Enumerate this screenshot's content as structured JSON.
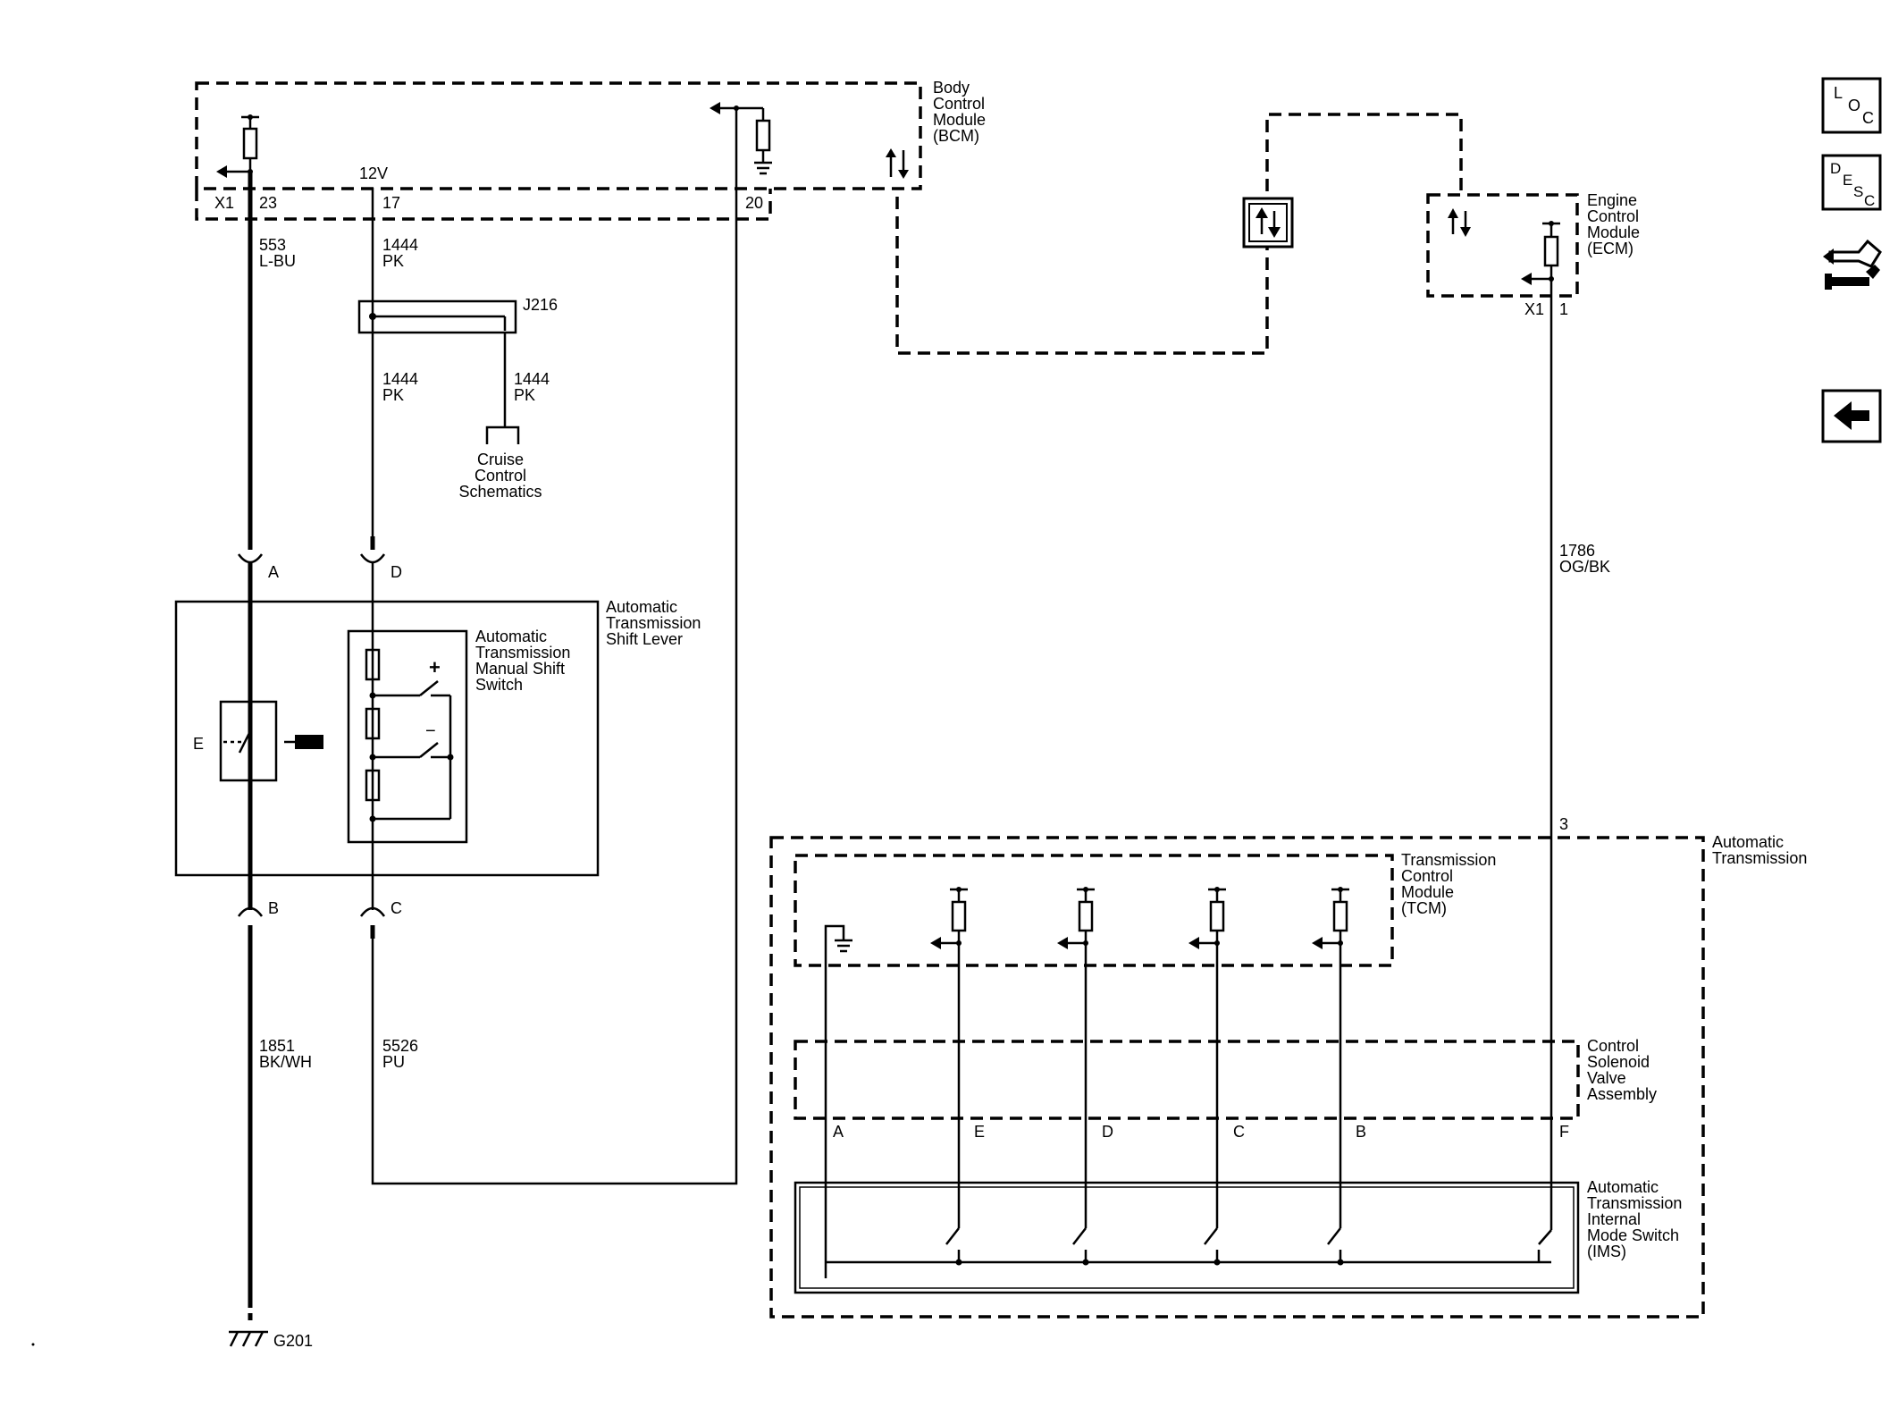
{
  "modules": {
    "bcm": [
      "Body",
      "Control",
      "Module",
      "(BCM)"
    ],
    "ecm": [
      "Engine",
      "Control",
      "Module",
      "(ECM)"
    ],
    "tcm": [
      "Transmission",
      "Control",
      "Module",
      "(TCM)"
    ],
    "auto_trans": [
      "Automatic",
      "Transmission"
    ],
    "solenoid": [
      "Control",
      "Solenoid",
      "Valve",
      "Assembly"
    ],
    "ims": [
      "Automatic",
      "Transmission",
      "Internal",
      "Mode Switch",
      "(IMS)"
    ],
    "shift_lever": [
      "Automatic",
      "Transmission",
      "Shift Lever"
    ],
    "manual_switch": [
      "Automatic",
      "Transmission",
      "Manual Shift",
      "Switch"
    ],
    "cruise": [
      "Cruise",
      "Control",
      "Schematics"
    ]
  },
  "connectors": {
    "bcm_x1": "X1",
    "bcm_pin23": "23",
    "bcm_pin17": "17",
    "bcm_pin20": "20",
    "bcm_12v": "12V",
    "ecm_x1": "X1",
    "ecm_pin1": "1",
    "trans_pin3": "3",
    "splice": "J216",
    "pin_a": "A",
    "pin_b": "B",
    "pin_c": "C",
    "pin_d": "D",
    "ims_a": "A",
    "ims_e": "E",
    "ims_d": "D",
    "ims_c": "C",
    "ims_b": "B",
    "ims_f": "F",
    "ground": "G201"
  },
  "wires": {
    "w553": [
      "553",
      "L-BU"
    ],
    "w1444_top": [
      "1444",
      "PK"
    ],
    "w1444_mid": [
      "1444",
      "PK"
    ],
    "w1444_branch": [
      "1444",
      "PK"
    ],
    "w1786": [
      "1786",
      "OG/BK"
    ],
    "w1851": [
      "1851",
      "BK/WH"
    ],
    "w5526": [
      "5526",
      "PU"
    ]
  },
  "switch_marks": {
    "plus": "+",
    "minus": "−"
  },
  "nav": {
    "loc": [
      "L",
      "O",
      "C"
    ],
    "desc": [
      "D",
      "E",
      "S",
      "C"
    ]
  },
  "icons": {
    "loc_button": "loc-icon",
    "desc_button": "desc-icon",
    "connector_tool": "connector-wrench-icon",
    "back_button": "back-arrow-icon"
  }
}
